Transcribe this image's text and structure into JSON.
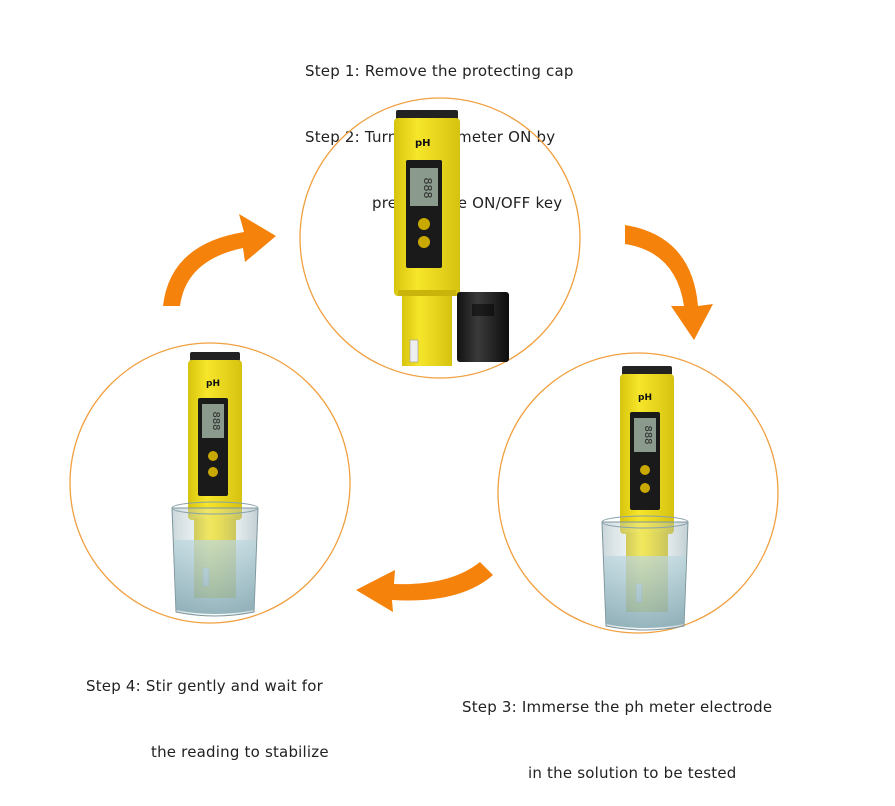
{
  "steps": {
    "step1": "Step 1: Remove the protecting cap",
    "step2_line1": "Step 2: Turn the ph meter ON by",
    "step2_line2": "pressing the ON/OFF key",
    "step4_line1": "Step 4: Stir gently and wait for",
    "step4_line2": "the reading to stabilize",
    "step3_line1": "Step 3: Immerse the ph meter electrode",
    "step3_line2": "in the solution to be tested"
  },
  "meter": {
    "label": "pH",
    "display": "888"
  },
  "colors": {
    "circle_outline": "#f0a040",
    "arrow": "#f5820a",
    "meter_body": "#f2e01c",
    "meter_dark": "#1a1a1a",
    "button": "#c9a800"
  },
  "icons": {
    "cycle_arrow": "curved-arrow-icon",
    "meter": "ph-meter-icon",
    "cap": "protective-cap-icon",
    "glass": "water-glass-icon"
  }
}
